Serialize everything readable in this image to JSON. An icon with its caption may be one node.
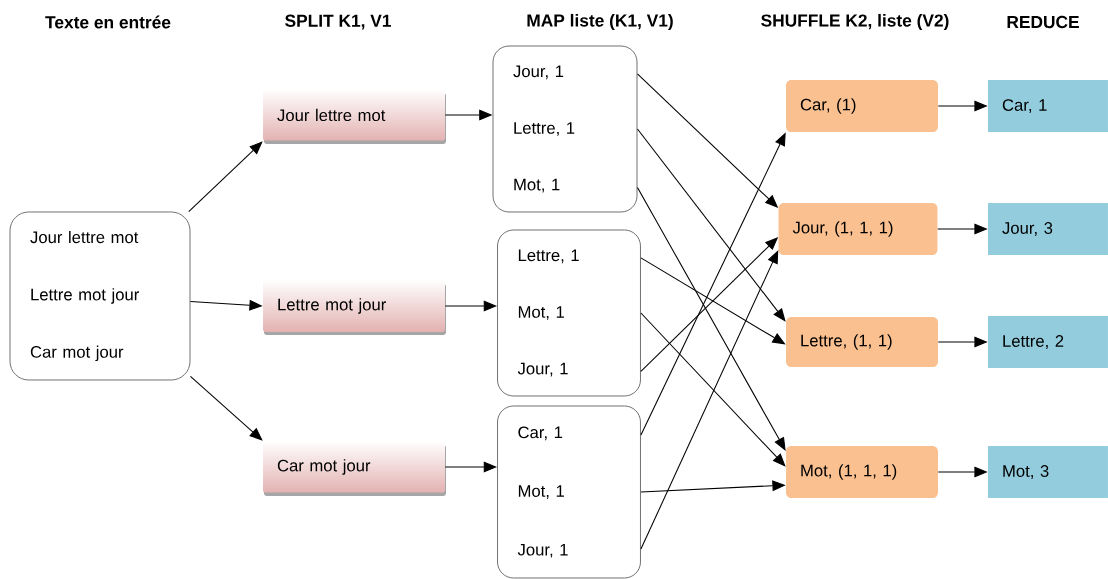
{
  "diagram": {
    "nodes": [
      {
        "text": [
          "Jour lettre mot",
          "Lettre mot jour",
          "Car mot jour"
        ]
      },
      {
        "text": [
          "Jour lettre mot"
        ]
      },
      {
        "text": [
          "Lettre mot jour"
        ]
      },
      {
        "text": [
          "Car mot jour"
        ]
      },
      {
        "text": [
          "Jour, 1",
          "Lettre, 1",
          "Mot, 1"
        ]
      },
      {
        "text": [
          "Lettre, 1",
          "Mot, 1",
          "Jour, 1"
        ]
      },
      {
        "text": [
          "Car, 1",
          "Mot, 1",
          "Jour, 1"
        ]
      },
      {
        "text": [
          "Car, (1)"
        ]
      },
      {
        "text": [
          "Jour, (1, 1, 1)"
        ]
      },
      {
        "text": [
          "Lettre, (1, 1)"
        ]
      },
      {
        "text": [
          "Mot, (1, 1, 1)"
        ]
      },
      {
        "text": [
          "Car, 1"
        ]
      },
      {
        "text": [
          "Jour, 3"
        ]
      },
      {
        "text": [
          "Lettre, 2"
        ]
      },
      {
        "text": [
          "Mot, 3"
        ]
      }
    ],
    "edges": [
      {
        "from": 0,
        "to": 1,
        "arrow": "to"
      },
      {
        "from": 0,
        "to": 2,
        "arrow": "to"
      },
      {
        "from": 0,
        "to": 3,
        "arrow": "to"
      },
      {
        "from": 1,
        "to": 4,
        "arrow": "to"
      },
      {
        "from": 2,
        "to": 5,
        "arrow": "to"
      },
      {
        "from": 3,
        "to": 6,
        "arrow": "to"
      },
      {
        "from": 4,
        "to": 8,
        "arrow": "to"
      },
      {
        "from": 4,
        "to": 9,
        "arrow": "to"
      },
      {
        "from": 4,
        "to": 10,
        "arrow": "to"
      },
      {
        "from": 5,
        "to": 9,
        "arrow": "to"
      },
      {
        "from": 5,
        "to": 10,
        "arrow": "to"
      },
      {
        "from": 5,
        "to": 8,
        "arrow": "to"
      },
      {
        "from": 6,
        "to": 7,
        "arrow": "to"
      },
      {
        "from": 6,
        "to": 10,
        "arrow": "to"
      },
      {
        "from": 6,
        "to": 8,
        "arrow": "to"
      },
      {
        "from": 7,
        "to": 11,
        "arrow": "to"
      },
      {
        "from": 8,
        "to": 12,
        "arrow": "to"
      },
      {
        "from": 9,
        "to": 13,
        "arrow": "to"
      },
      {
        "from": 10,
        "to": 14,
        "arrow": "to"
      }
    ],
    "labels": [
      "Texte en entrée",
      "SPLIT K1, V1",
      "MAP liste (K1, V1)",
      "SHUFFLE K2, liste (V2)",
      "REDUCE"
    ]
  }
}
